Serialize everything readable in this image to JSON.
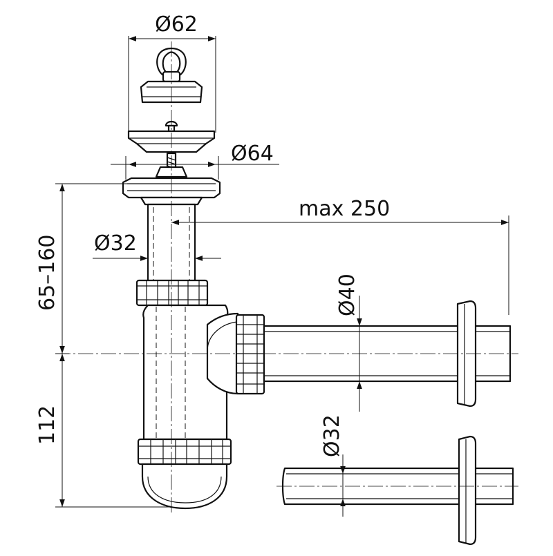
{
  "dimensions": {
    "strainer_diameter": "Ø62",
    "flange_diameter": "Ø64",
    "tailpiece_diameter": "Ø32",
    "outlet_diameter": "Ø40",
    "alt_outlet_diameter": "Ø32",
    "max_length": "max 250",
    "height_range": "65–160",
    "trap_height": "112"
  }
}
